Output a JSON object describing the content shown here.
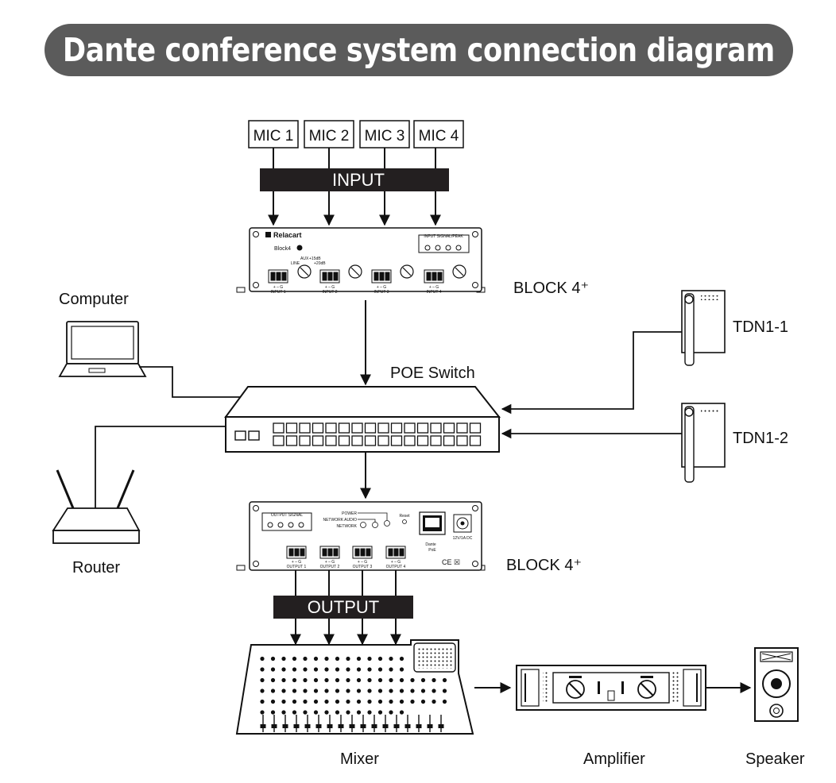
{
  "title": "Dante conference system connection diagram",
  "mics": [
    "MIC 1",
    "MIC 2",
    "MIC 3",
    "MIC 4"
  ],
  "input_bar": "INPUT",
  "output_bar": "OUTPUT",
  "input_device": {
    "brand": "Relacart",
    "model": "Block4",
    "label": "BLOCK 4⁺",
    "signal_title": "INPUT SIGNAL/PEAK",
    "channels": [
      "INPUT 1",
      "INPUT 2",
      "INPUT 3",
      "INPUT 4"
    ],
    "knob_aux": "AUX",
    "knob_line": "LINE",
    "knob_plus": "+15dB",
    "knob_minus": "+20dB",
    "pins": "+ – G",
    "leds": [
      "1",
      "2",
      "3",
      "4"
    ]
  },
  "output_device": {
    "label": "BLOCK 4⁺",
    "signal_title": "OUTPUT SIGNAL",
    "leds": [
      "1",
      "2",
      "3",
      "4"
    ],
    "power": "POWER",
    "network_audio": "NETWORK AUDIO",
    "network": "NETWORK",
    "reset": "Reset",
    "dante": "Dante",
    "poe": "PoE",
    "dc": "12V/1A DC",
    "ce": "CE ☒",
    "channels": [
      "OUTPUT 1",
      "OUTPUT 2",
      "OUTPUT 3",
      "OUTPUT 4"
    ],
    "pins": "+ – G"
  },
  "labels": {
    "computer": "Computer",
    "router": "Router",
    "switch": "POE Switch",
    "tdn1": "TDN1-1",
    "tdn2": "TDN1-2",
    "mixer": "Mixer",
    "amplifier": "Amplifier",
    "speaker": "Speaker"
  }
}
